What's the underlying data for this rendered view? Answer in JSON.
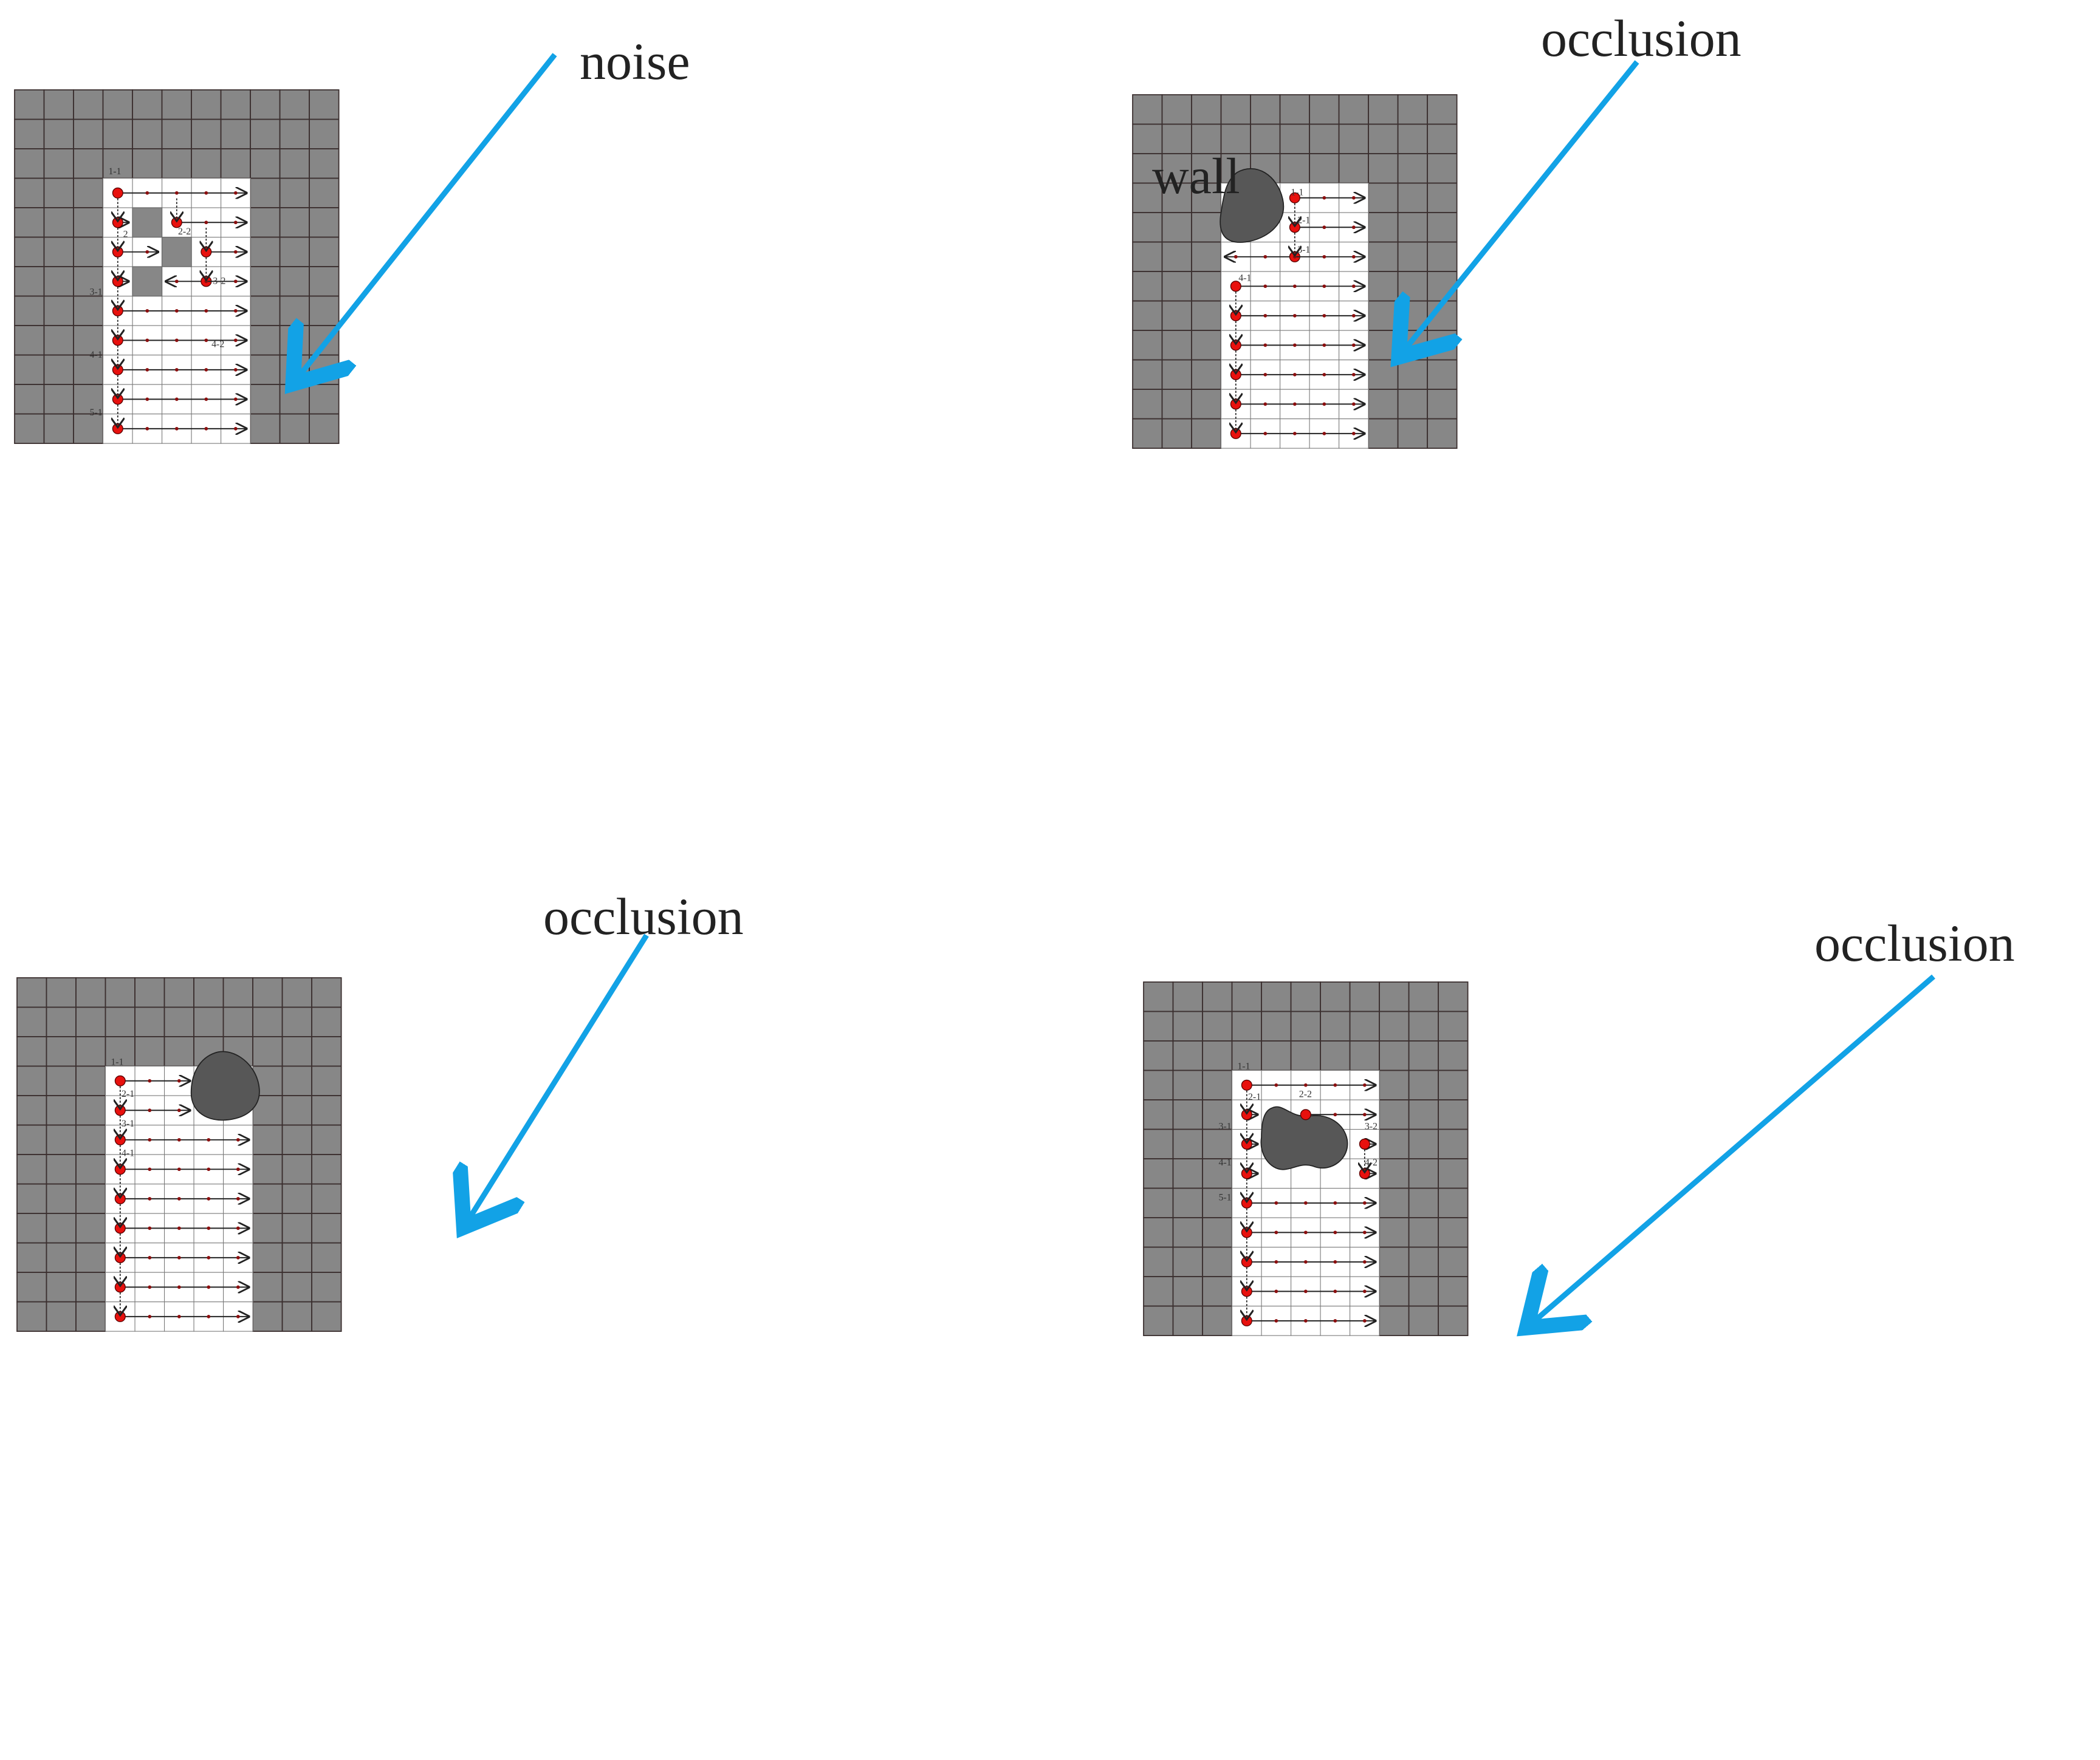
{
  "colors": {
    "wall_cell": "#878787",
    "grid_line": "#3a2e2e",
    "free_cell": "#ffffff",
    "obstacle": "#575757",
    "arrow_pointer": "#12a2e6",
    "start_point": "#e8110e",
    "path_dot": "#8b0f0f",
    "path_line": "#222222"
  },
  "panels": [
    {
      "id": "top-left",
      "annotation": "noise",
      "wall_text": "",
      "obstacle_kind": "noise-cells",
      "labels": [
        "1-1",
        "2",
        "2-2",
        "3-1",
        "3-2",
        "4-1",
        "4-2",
        "5-1"
      ]
    },
    {
      "id": "top-right",
      "annotation": "occlusion",
      "wall_text": "wall",
      "obstacle_kind": "blob",
      "labels": [
        "1-1",
        "2-1",
        "3-1",
        "4-1"
      ]
    },
    {
      "id": "bottom-left",
      "annotation": "occlusion",
      "wall_text": "",
      "obstacle_kind": "blob",
      "labels": [
        "1-1",
        "2-1",
        "3-1",
        "4-1"
      ]
    },
    {
      "id": "bottom-right",
      "annotation": "occlusion",
      "wall_text": "",
      "obstacle_kind": "blob",
      "labels": [
        "1-1",
        "2-1",
        "2-2",
        "3-1",
        "3-2",
        "4-1",
        "4-2",
        "5-1"
      ]
    }
  ]
}
